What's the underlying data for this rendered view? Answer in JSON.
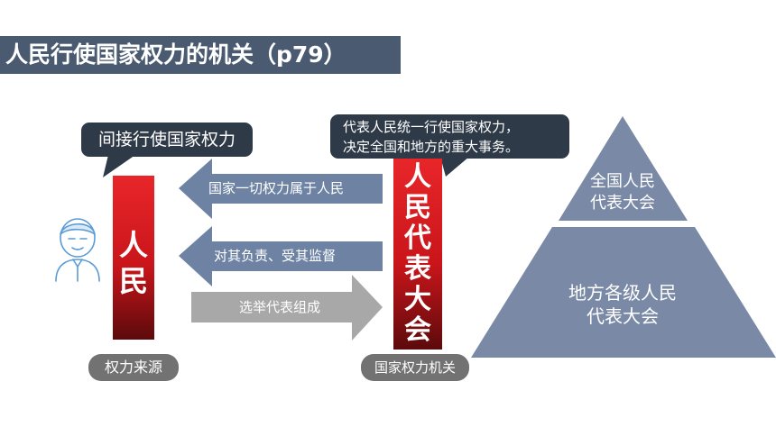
{
  "title": "人民行使国家权力的机关（p79）",
  "callouts": {
    "left": "间接行使国家权力",
    "right_line1": "代表人民统一行使国家权力，",
    "right_line2": "决定全国和地方的重大事务。"
  },
  "people_bar": [
    "人",
    "民"
  ],
  "congress_bar": [
    "人",
    "民",
    "代",
    "表",
    "大",
    "会"
  ],
  "arrows": {
    "top": "国家一切权力属于人民",
    "middle": "对其负责、受其监督",
    "bottom": "选举代表组成"
  },
  "labels": {
    "left_pill": "权力来源",
    "right_pill": "国家权力机关"
  },
  "pyramid": {
    "top_line1": "全国人民",
    "top_line2": "代表大会",
    "bottom_line1": "地方各级人民",
    "bottom_line2": "代表大会"
  },
  "colors": {
    "title_bg": "#4a5a70",
    "callout_bg": "#2f3a48",
    "bar_red": "#d51c20",
    "arrow_blue": "#6e83a3",
    "arrow_gray": "#a8a8a8",
    "pill_gray": "#727272",
    "pyramid": "#7a8aa6"
  },
  "icons": {
    "person": "person-icon"
  }
}
